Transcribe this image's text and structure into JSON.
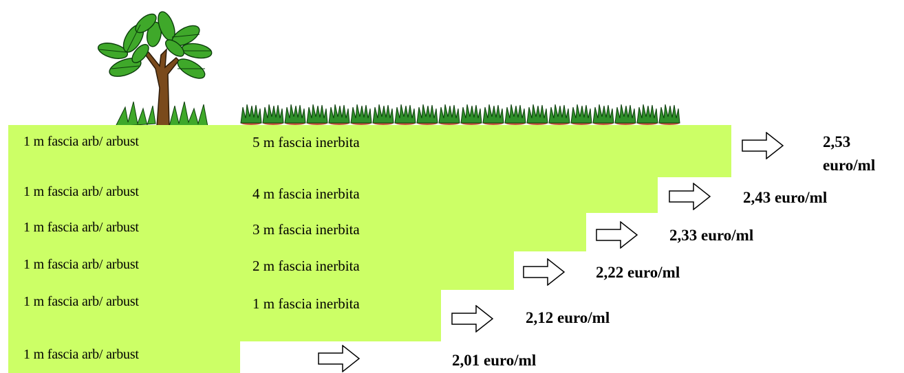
{
  "rows": [
    {
      "tree_strip": "1 m fascia arb/ arbust",
      "grass_strip": "5 m fascia inerbita",
      "cost": "2,53 euro/ml"
    },
    {
      "tree_strip": "1 m fascia arb/ arbust",
      "grass_strip": "4 m fascia inerbita",
      "cost": "2,43 euro/ml"
    },
    {
      "tree_strip": "1 m fascia arb/ arbust",
      "grass_strip": "3 m fascia inerbita",
      "cost": "2,33 euro/ml"
    },
    {
      "tree_strip": "1 m fascia arb/ arbust",
      "grass_strip": "2 m fascia inerbita",
      "cost": "2,22 euro/ml"
    },
    {
      "tree_strip": "1 m fascia arb/ arbust",
      "grass_strip": "1 m fascia inerbita",
      "cost": "2,12 euro/ml"
    },
    {
      "tree_strip": "1 m fascia arb/ arbust",
      "grass_strip": "",
      "cost": "2,01 euro/ml"
    }
  ],
  "colors": {
    "band_fill": "#ccff66",
    "leaf_green": "#3fa82a",
    "trunk_brown": "#7a4a1c",
    "soil": "#c8553d"
  },
  "icons": [
    "tree-icon",
    "grass-tufts-icon",
    "right-arrow-icon"
  ]
}
